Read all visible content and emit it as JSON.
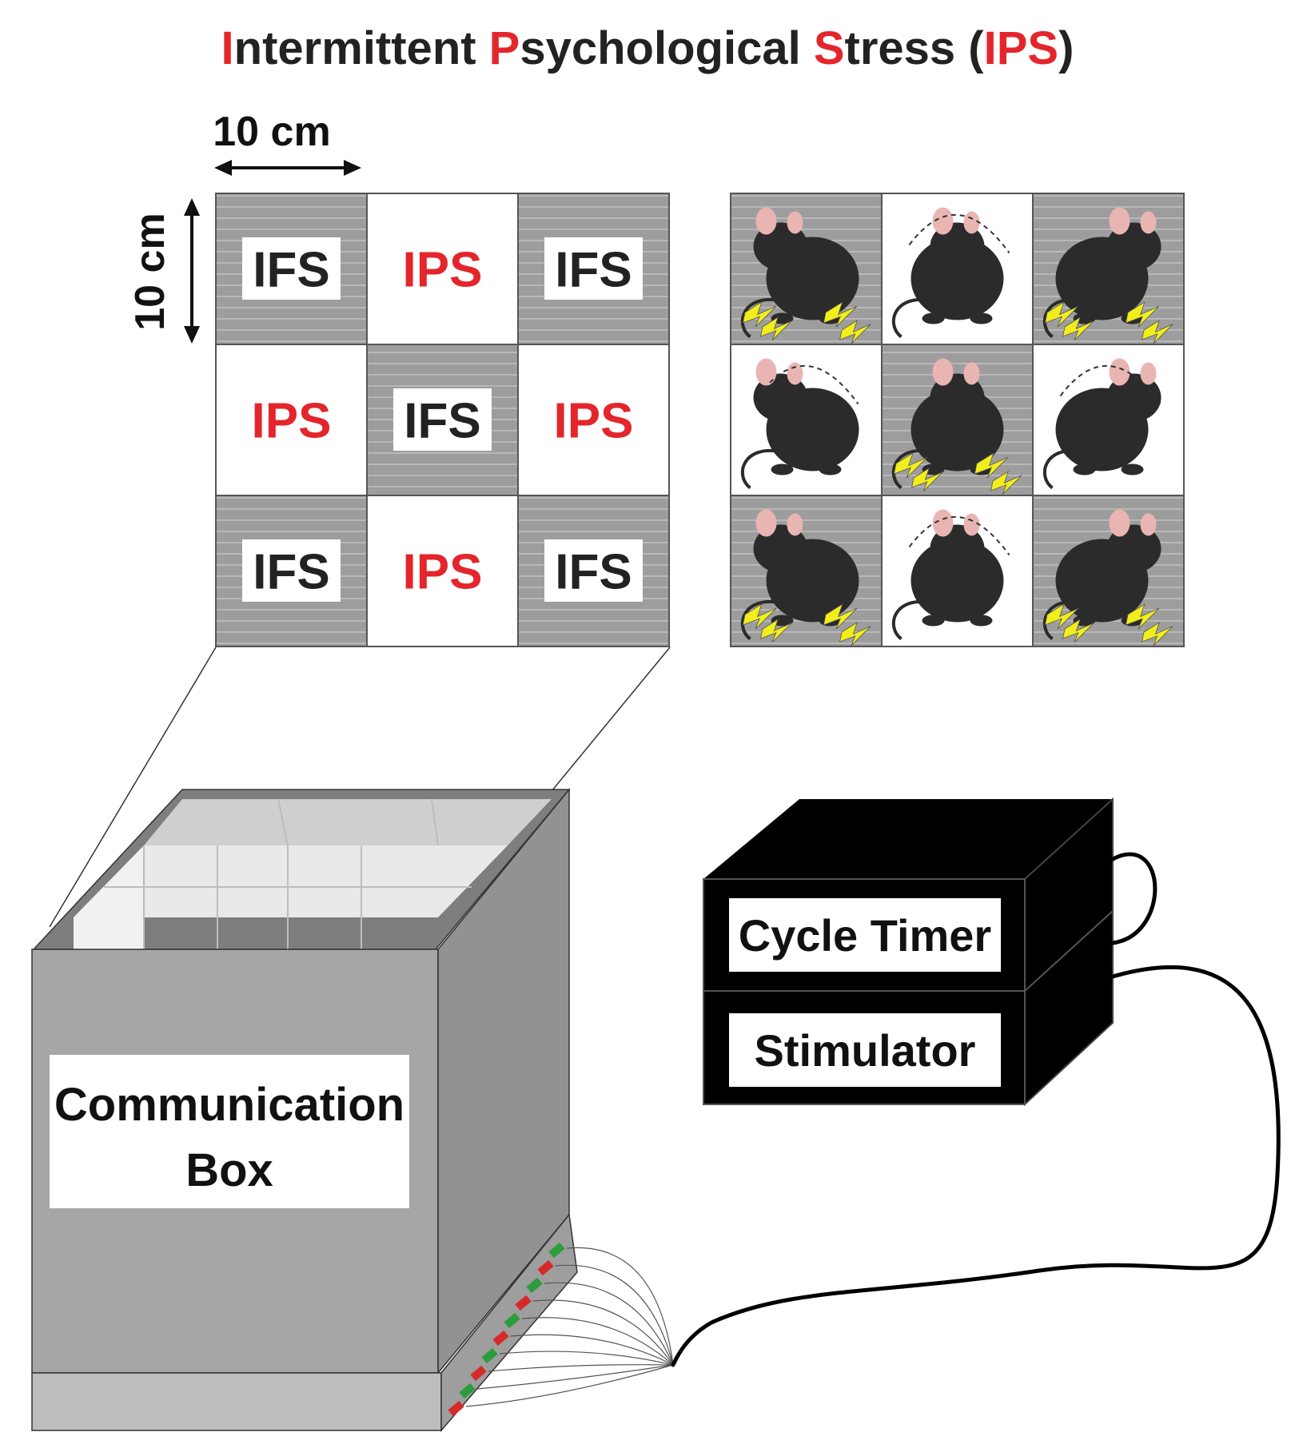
{
  "title": {
    "segments": [
      {
        "text": "I",
        "accent": true
      },
      {
        "text": "ntermittent ",
        "accent": false
      },
      {
        "text": "P",
        "accent": true
      },
      {
        "text": "sychological ",
        "accent": false
      },
      {
        "text": "S",
        "accent": true
      },
      {
        "text": "tress (",
        "accent": false
      },
      {
        "text": "IPS",
        "accent": true
      },
      {
        "text": ")",
        "accent": false
      }
    ]
  },
  "dimensions": {
    "width_label": "10 cm",
    "height_label": "10 cm"
  },
  "grid": {
    "cells": [
      "IFS",
      "IPS",
      "IFS",
      "IPS",
      "IFS",
      "IPS",
      "IFS",
      "IPS",
      "IFS"
    ]
  },
  "mouse_grid": {
    "cells": [
      {
        "type": "IFS",
        "facing": "left"
      },
      {
        "type": "IPS",
        "facing": "front"
      },
      {
        "type": "IFS",
        "facing": "right"
      },
      {
        "type": "IPS",
        "facing": "left"
      },
      {
        "type": "IFS",
        "facing": "front"
      },
      {
        "type": "IPS",
        "facing": "right"
      },
      {
        "type": "IFS",
        "facing": "left"
      },
      {
        "type": "IPS",
        "facing": "front"
      },
      {
        "type": "IFS",
        "facing": "right"
      }
    ]
  },
  "box": {
    "label_line1": "Communication",
    "label_line2": "Box"
  },
  "device": {
    "timer_label": "Cycle Timer",
    "stimulator_label": "Stimulator"
  },
  "colors": {
    "accent": "#e3262c",
    "ifs_text": "#222222",
    "floor_gray": "#9d9d9d",
    "box_gray": "#a6a6a6",
    "bolt_yellow": "#f2ee1a",
    "mouse_black": "#2b2b2b",
    "mouse_ear": "#e9b5b2"
  }
}
